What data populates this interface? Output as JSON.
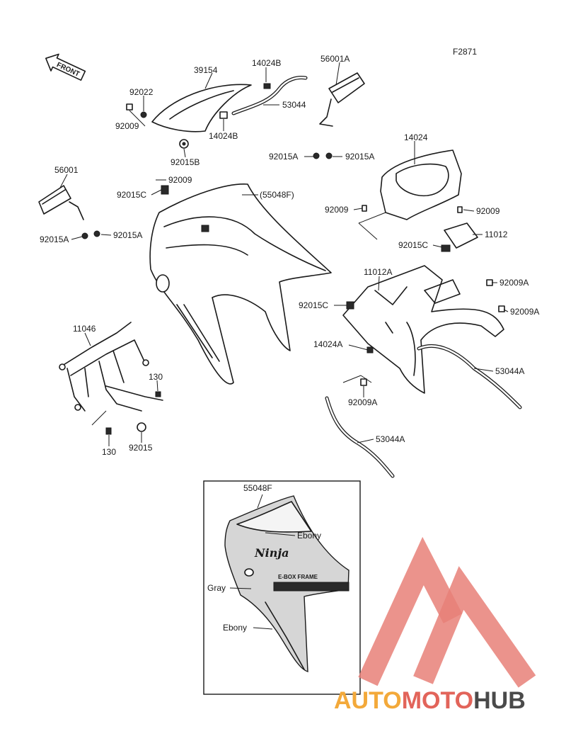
{
  "figure_code": "F2871",
  "front_label": "FRONT",
  "parts": [
    {
      "id": "p39154",
      "label": "39154"
    },
    {
      "id": "p14024B_top",
      "label": "14024B"
    },
    {
      "id": "p56001A",
      "label": "56001A"
    },
    {
      "id": "p92022",
      "label": "92022"
    },
    {
      "id": "p53044",
      "label": "53044"
    },
    {
      "id": "p92009_a",
      "label": "92009"
    },
    {
      "id": "p14024B_bot",
      "label": "14024B"
    },
    {
      "id": "p92015B",
      "label": "92015B"
    },
    {
      "id": "p92015A_ml",
      "label": "92015A"
    },
    {
      "id": "p92015A_mr",
      "label": "92015A"
    },
    {
      "id": "p14024",
      "label": "14024"
    },
    {
      "id": "p56001",
      "label": "56001"
    },
    {
      "id": "p92009_b",
      "label": "92009"
    },
    {
      "id": "p92015C_a",
      "label": "92015C"
    },
    {
      "id": "p55048F",
      "label": "(55048F)"
    },
    {
      "id": "p92009_c",
      "label": "92009"
    },
    {
      "id": "p92009_d",
      "label": "92009"
    },
    {
      "id": "p92015A_ll",
      "label": "92015A"
    },
    {
      "id": "p92015A_lr",
      "label": "92015A"
    },
    {
      "id": "p11012",
      "label": "11012"
    },
    {
      "id": "p92015C_b",
      "label": "92015C"
    },
    {
      "id": "p11012A",
      "label": "11012A"
    },
    {
      "id": "p92009A_a",
      "label": "92009A"
    },
    {
      "id": "p92015C_c",
      "label": "92015C"
    },
    {
      "id": "p92009A_b",
      "label": "92009A"
    },
    {
      "id": "p11046",
      "label": "11046"
    },
    {
      "id": "p14024A",
      "label": "14024A"
    },
    {
      "id": "p53044A_a",
      "label": "53044A"
    },
    {
      "id": "p130_a",
      "label": "130"
    },
    {
      "id": "p92009A_c",
      "label": "92009A"
    },
    {
      "id": "p130_b",
      "label": "130"
    },
    {
      "id": "p92015",
      "label": "92015"
    },
    {
      "id": "p53044A_b",
      "label": "53044A"
    }
  ],
  "inset": {
    "part_label": "55048F",
    "color_labels": [
      "Ebony",
      "Gray",
      "Ebony"
    ],
    "decal_ninja": "Ninja",
    "decal_frame": "E-BOX FRAME"
  },
  "watermark": {
    "part1": "AUTO",
    "part2": "MOTO",
    "part3": "HUB"
  },
  "colors": {
    "ink": "#1a1a1a",
    "watermark_orange": "#f3a93a",
    "watermark_red": "#e2645a",
    "watermark_gray": "#4a4a4a"
  }
}
